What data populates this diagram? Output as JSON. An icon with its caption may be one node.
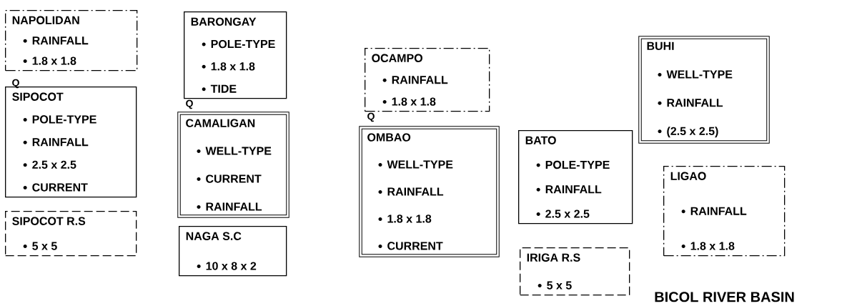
{
  "diagram": {
    "nodes": [
      {
        "text": [
          "NAPOLIDAN",
          "RAINFALL",
          "1.8 x 1.8"
        ]
      },
      {
        "text": [
          "SIPOCOT",
          "POLE-TYPE",
          "RAINFALL",
          "2.5 x 2.5",
          "CURRENT"
        ]
      },
      {
        "text": [
          "SIPOCOT R.S",
          "5 x 5"
        ]
      },
      {
        "text": [
          "BARONGAY",
          "POLE-TYPE",
          "1.8 x 1.8",
          "TIDE"
        ]
      },
      {
        "text": [
          "CAMALIGAN",
          "WELL-TYPE",
          "CURRENT",
          "RAINFALL"
        ]
      },
      {
        "text": [
          "NAGA S.C",
          "10 x 8 x 2"
        ]
      },
      {
        "text": [
          "OCAMPO",
          "RAINFALL",
          "1.8 x 1.8"
        ]
      },
      {
        "text": [
          "OMBAO",
          "WELL-TYPE",
          "RAINFALL",
          "1.8 x 1.8",
          "CURRENT"
        ]
      },
      {
        "text": [
          "BATO",
          "POLE-TYPE",
          "RAINFALL",
          "2.5 x 2.5"
        ]
      },
      {
        "text": [
          "IRIGA R.S",
          "5 x 5"
        ]
      },
      {
        "text": [
          "BUHI",
          "WELL-TYPE",
          "RAINFALL",
          "(2.5 x 2.5)"
        ]
      },
      {
        "text": [
          "LIGAO",
          "RAINFALL",
          "1.8 x 1.8"
        ]
      }
    ],
    "labels": [
      "Q",
      "Q",
      "Q",
      "BICOL RIVER BASIN"
    ]
  }
}
